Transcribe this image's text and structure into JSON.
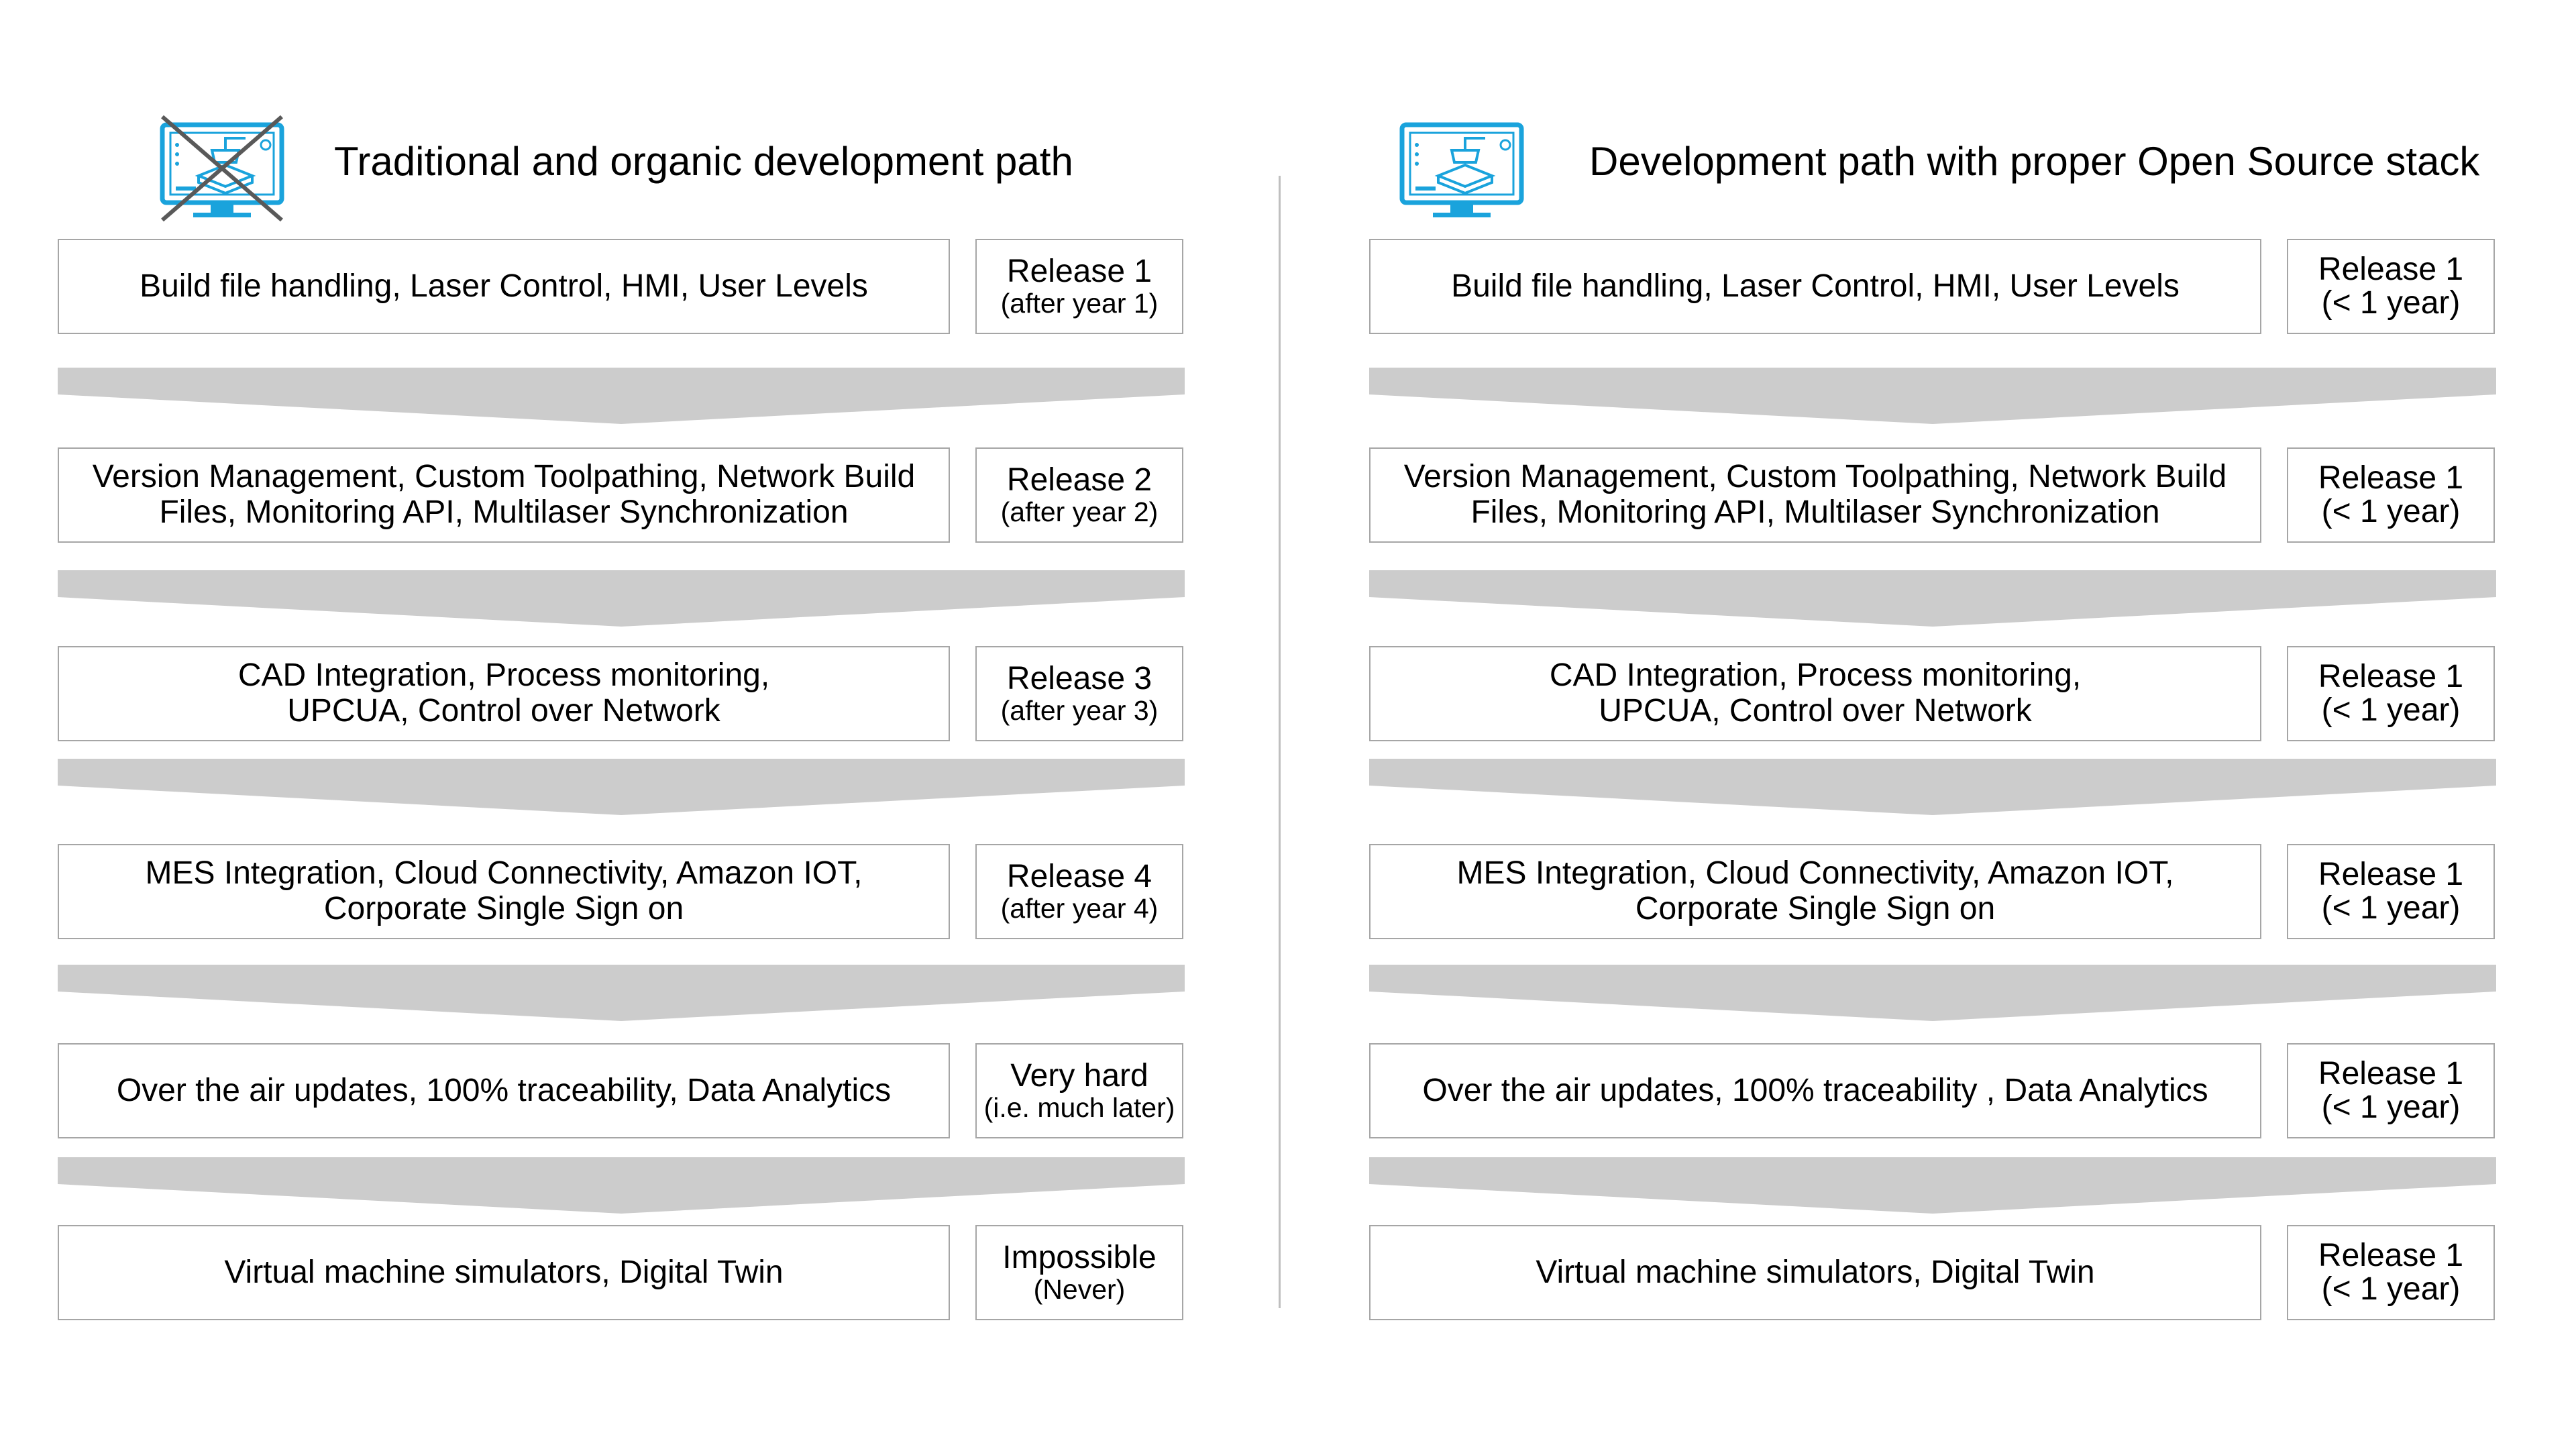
{
  "left": {
    "title": "Traditional and organic development path",
    "monitor_crossed": true,
    "rows": [
      {
        "features": "Build file handling, Laser Control, HMI, User Levels",
        "release": "Release 1",
        "timing": "(after year 1)"
      },
      {
        "features": "Version Management, Custom Toolpathing, Network Build\nFiles, Monitoring API, Multilaser Synchronization",
        "release": "Release 2",
        "timing": "(after year 2)"
      },
      {
        "features": "CAD Integration, Process monitoring,\nUPCUA, Control over Network",
        "release": "Release 3",
        "timing": "(after year 3)"
      },
      {
        "features": "MES Integration, Cloud Connectivity, Amazon IOT,\nCorporate Single Sign on",
        "release": "Release 4",
        "timing": "(after year 4)"
      },
      {
        "features": "Over the air updates, 100% traceability, Data Analytics",
        "release": "Very hard",
        "timing": "(i.e. much later)"
      },
      {
        "features": "Virtual machine simulators, Digital Twin",
        "release": "Impossible",
        "timing": "(Never)"
      }
    ]
  },
  "right": {
    "title": "Development path with proper Open Source stack",
    "monitor_crossed": false,
    "rows": [
      {
        "features": "Build file handling, Laser Control, HMI, User Levels",
        "release": "Release 1",
        "timing": "(< 1 year)"
      },
      {
        "features": "Version Management, Custom Toolpathing, Network Build\nFiles, Monitoring API, Multilaser Synchronization",
        "release": "Release 1",
        "timing": "(< 1 year)"
      },
      {
        "features": "CAD Integration, Process monitoring,\nUPCUA, Control over Network",
        "release": "Release 1",
        "timing": "(< 1 year)"
      },
      {
        "features": "MES Integration, Cloud Connectivity, Amazon IOT,\nCorporate Single Sign on",
        "release": "Release 1",
        "timing": "(< 1 year)"
      },
      {
        "features": "Over the air updates, 100% traceability , Data Analytics",
        "release": "Release 1",
        "timing": "(< 1 year)"
      },
      {
        "features": "Virtual machine simulators, Digital Twin",
        "release": "Release 1",
        "timing": "(< 1 year)"
      }
    ]
  },
  "colors": {
    "monitor": "#1aa3dc",
    "cross": "#595959",
    "arrow": "#cccccc",
    "border": "#a6a6a6",
    "divider": "#bfbfbf"
  }
}
